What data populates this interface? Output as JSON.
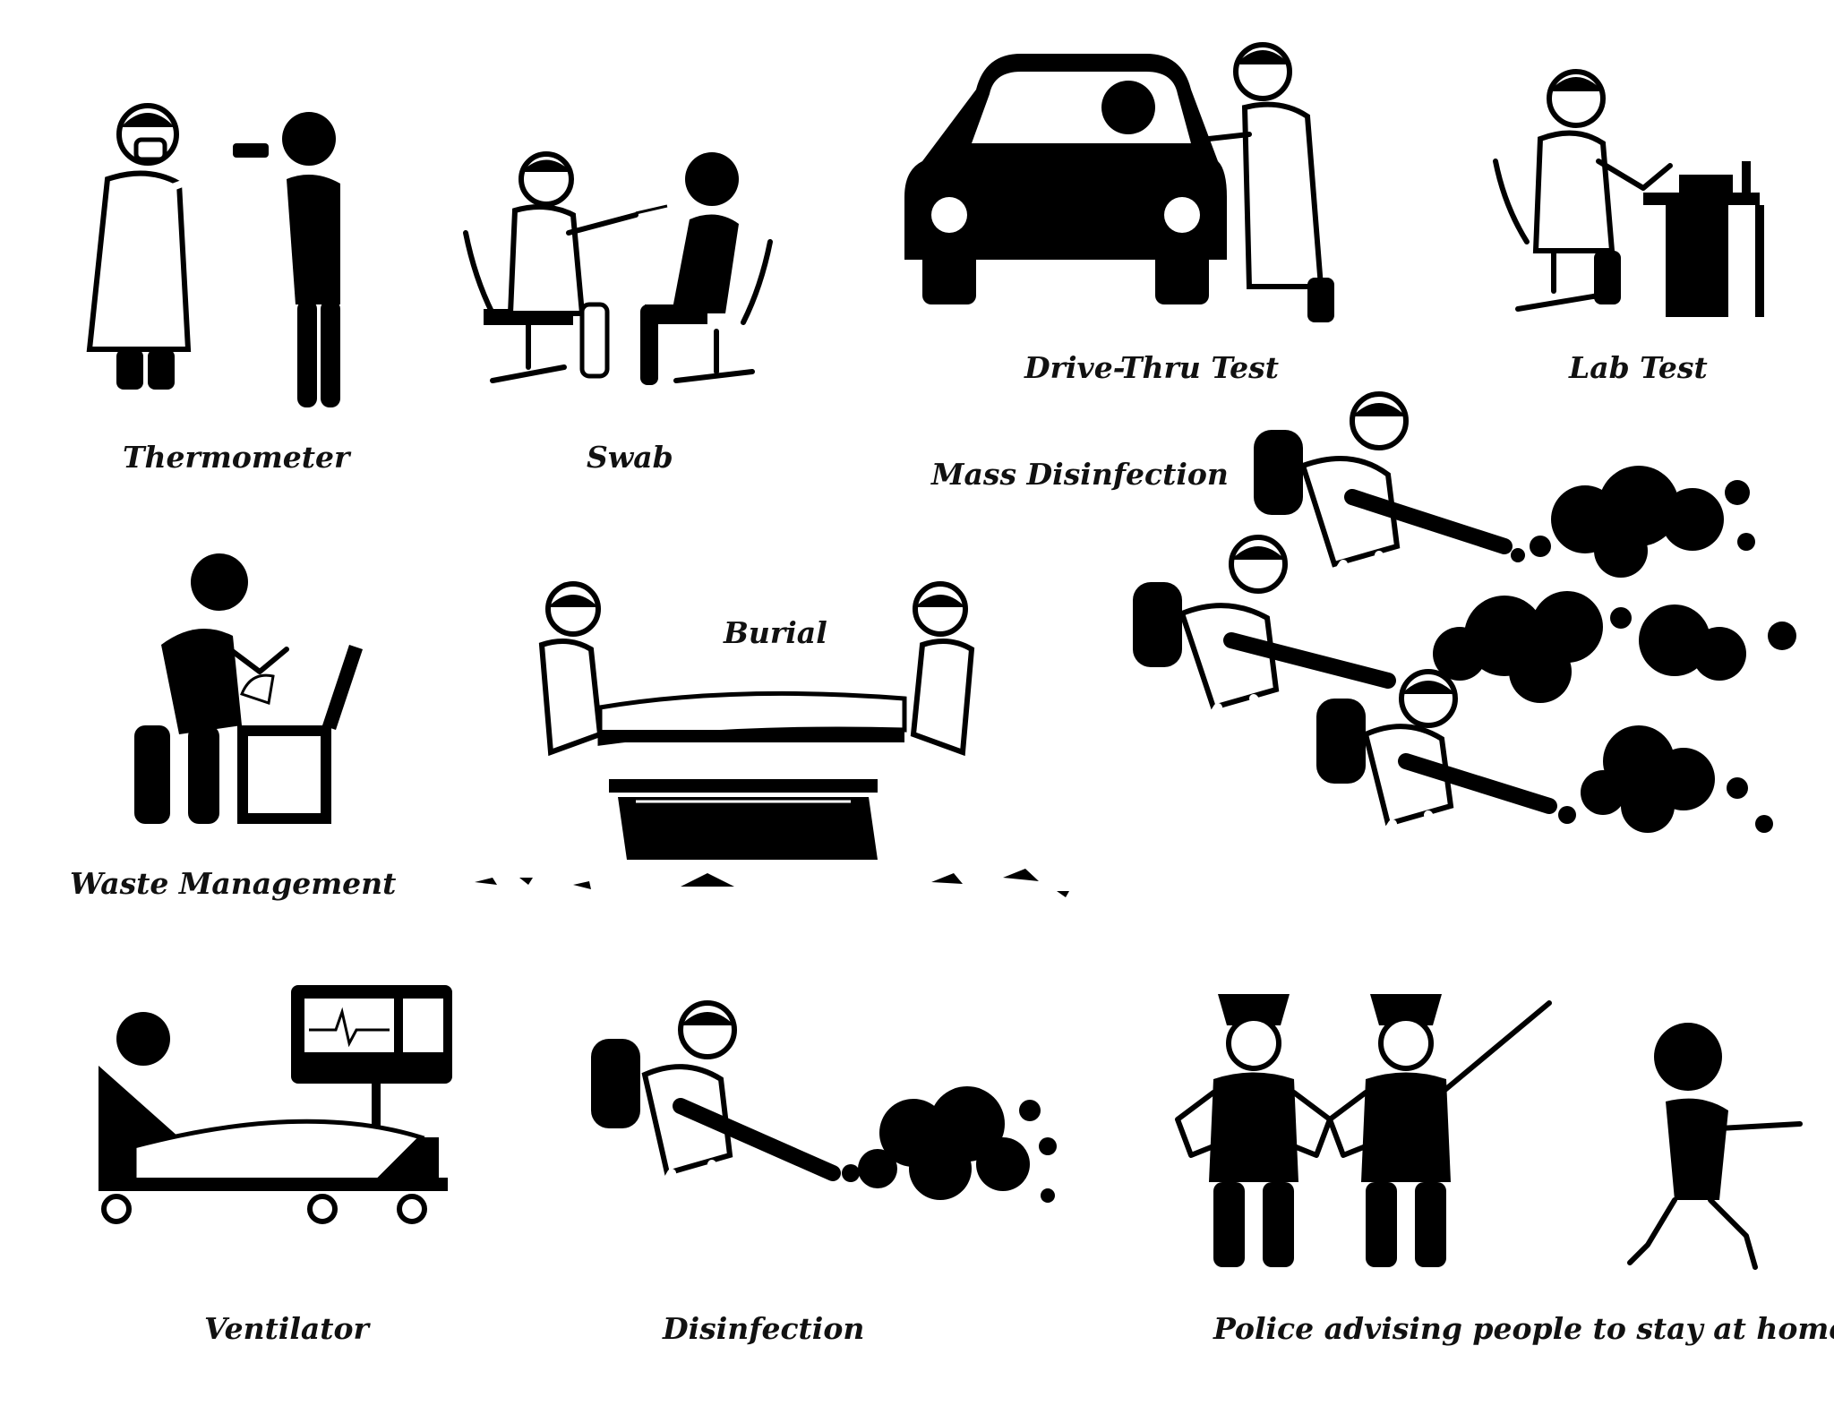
{
  "labels": {
    "thermometer": "Thermometer",
    "swab": "Swab",
    "drive_thru_test": "Drive-Thru Test",
    "lab_test": "Lab Test",
    "mass_disinfection": "Mass Disinfection",
    "waste_management": "Waste Management",
    "burial": "Burial",
    "ventilator": "Ventilator",
    "disinfection": "Disinfection",
    "police_advising": "Police advising people to stay at home"
  },
  "colors": {
    "ink": "#000000",
    "background": "#ffffff"
  },
  "icons": [
    "thermometer-scene",
    "swab-scene",
    "drive-thru-test-scene",
    "lab-test-scene",
    "mass-disinfection-scene",
    "waste-management-scene",
    "burial-scene",
    "ventilator-scene",
    "disinfection-scene",
    "police-scene"
  ]
}
